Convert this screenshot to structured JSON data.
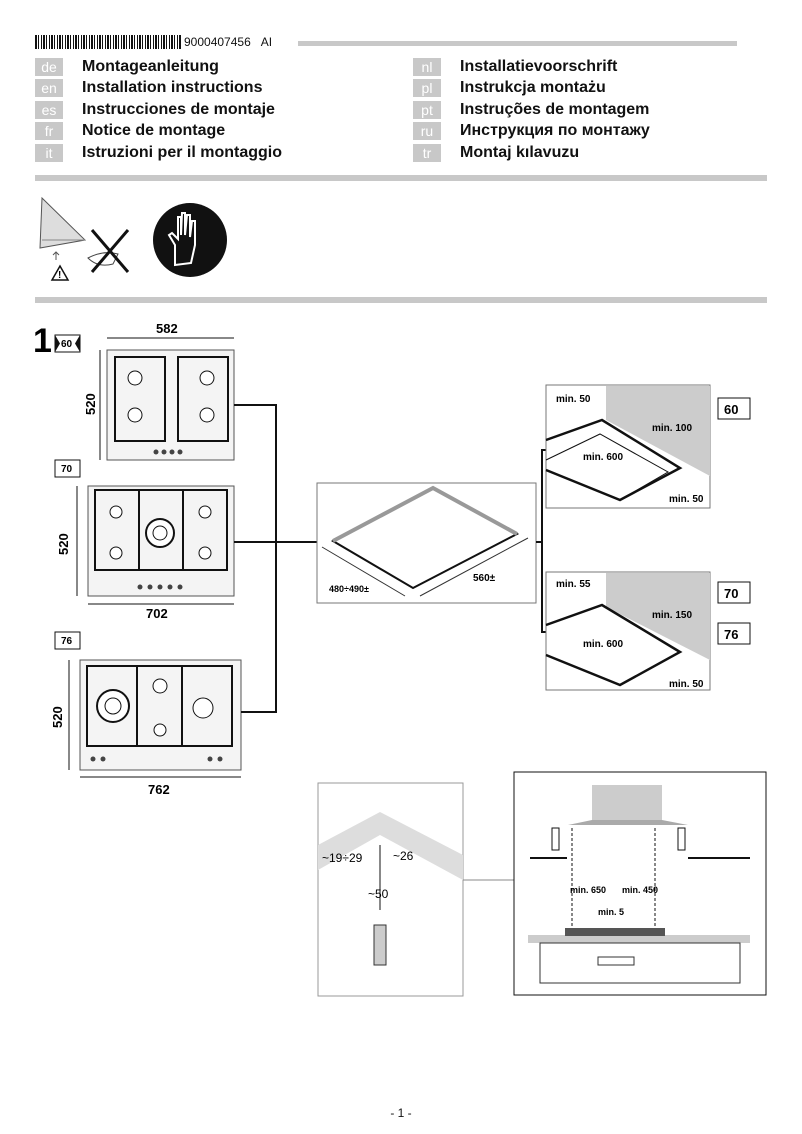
{
  "header": {
    "code": "9000407456",
    "suffix": "AI"
  },
  "languages_left": [
    {
      "code": "de",
      "title": "Montageanleitung"
    },
    {
      "code": "en",
      "title": "Installation instructions"
    },
    {
      "code": "es",
      "title": "Instrucciones de montaje"
    },
    {
      "code": "fr",
      "title": "Notice de montage"
    },
    {
      "code": "it",
      "title": "Istruzioni per il montaggio"
    }
  ],
  "languages_right": [
    {
      "code": "nl",
      "title": "Installatievoorschrift"
    },
    {
      "code": "pl",
      "title": "Instrukcja montażu"
    },
    {
      "code": "pt",
      "title": "Instruções de montagem"
    },
    {
      "code": "ru",
      "title": "Инструкция по монтажу"
    },
    {
      "code": "tr",
      "title": "Montaj kılavuzu"
    }
  ],
  "figure": {
    "step": "1",
    "hob60": {
      "badge": "60",
      "width": "582",
      "depth": "520"
    },
    "hob70": {
      "badge": "70",
      "width": "702",
      "depth": "520"
    },
    "hob76": {
      "badge": "76",
      "width": "762",
      "depth": "520"
    },
    "cutout": {
      "depth": "480÷490±",
      "width": "560±"
    },
    "clear60": {
      "badge": "60",
      "back": "min. 50",
      "side": "min. 100",
      "depth": "min. 600",
      "front": "min. 50"
    },
    "clear70": {
      "badge1": "70",
      "badge2": "76",
      "back": "min. 55",
      "side": "min. 150",
      "depth": "min. 600",
      "front": "min. 50"
    },
    "corner": {
      "a": "~19÷29",
      "b": "~26",
      "c": "~50"
    },
    "hood": {
      "h1": "min. 650",
      "h2": "min. 450",
      "gap": "min. 5"
    }
  },
  "footer": {
    "page": "- 1 -"
  }
}
